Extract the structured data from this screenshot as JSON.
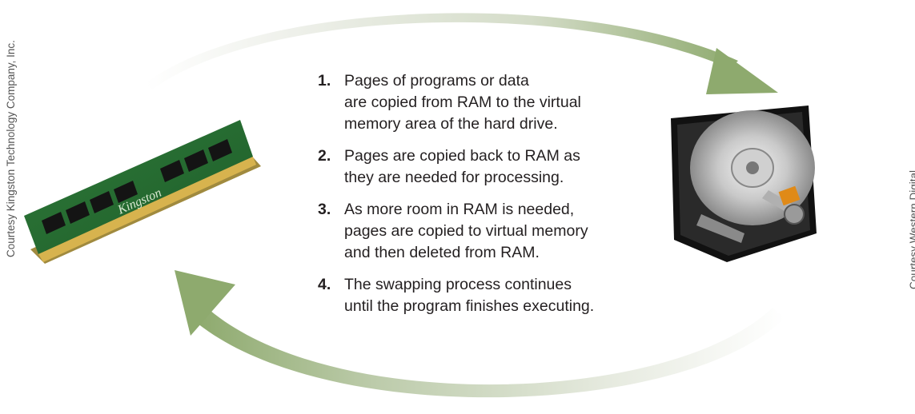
{
  "colors": {
    "arrow_light": "#e8ebe2",
    "arrow_dark": "#8eaa6e",
    "text": "#231f20",
    "credit": "#555555"
  },
  "credits": {
    "left": "Courtesy Kingston Technology Company, Inc.",
    "right": "Courtesy Western Digital"
  },
  "ram_label": "Kingston",
  "steps": [
    {
      "num": "1.",
      "text": "Pages of programs or data\nare copied from RAM to the virtual\nmemory area of the hard drive."
    },
    {
      "num": "2.",
      "text": "Pages are copied back to RAM as\nthey are needed for processing."
    },
    {
      "num": "3.",
      "text": "As more room in RAM is needed,\npages are copied to virtual memory\nand then deleted from RAM."
    },
    {
      "num": "4.",
      "text": "The swapping process continues\nuntil the program finishes executing."
    }
  ],
  "images": {
    "ram": "ram-module",
    "drive": "hard-drive"
  }
}
